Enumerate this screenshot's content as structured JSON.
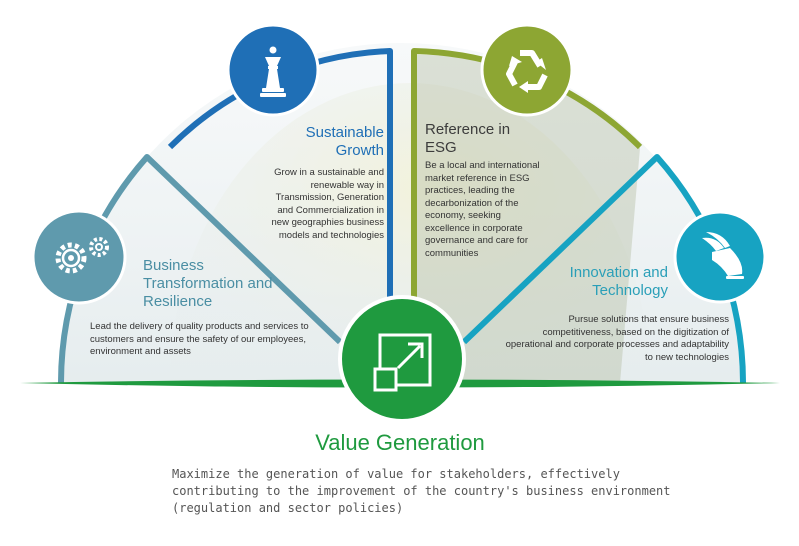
{
  "colors": {
    "business": "#5f9aad",
    "sustainable": "#1f6fb6",
    "esg": "#8da633",
    "innovation": "#17a3c2",
    "value": "#1f9a3f"
  },
  "segments": [
    {
      "key": "business",
      "icon": "gears-icon",
      "title": "Business Transformation and Resilience",
      "description": "Lead the delivery of quality products and services to customers and ensure the safety of our employees, environment and assets"
    },
    {
      "key": "sustainable",
      "icon": "chess-queen-icon",
      "title": "Sustainable Growth",
      "description": "Grow in a sustainable and renewable way in Transmission, Generation and Commercialization in new geographies business models  and technologies"
    },
    {
      "key": "esg",
      "icon": "recycle-icon",
      "title": "Reference in ESG",
      "description": "Be a local and international market reference in ESG practices, leading the decarbonization of the economy, seeking excellence in corporate governance and care for communities"
    },
    {
      "key": "innovation",
      "icon": "winged-shoe-icon",
      "title": "Innovation and Technology",
      "description": "Pursue solutions that ensure business competitiveness, based on the digitization of operational and corporate processes and adaptability to new technologies"
    }
  ],
  "value_generation": {
    "icon": "expand-arrow-icon",
    "title": "Value Generation",
    "description": "Maximize the generation of value for stakeholders, effectively contributing to the improvement of the country's business environment (regulation and sector policies)"
  }
}
